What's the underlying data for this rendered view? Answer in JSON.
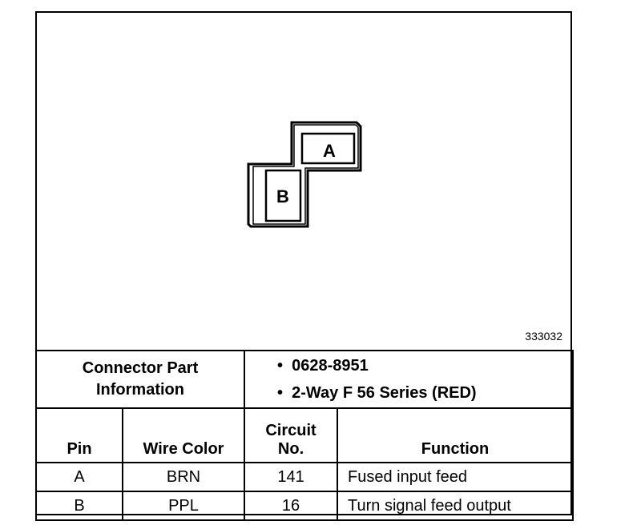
{
  "figure_id": "333032",
  "connector": {
    "cavities": [
      "A",
      "B"
    ]
  },
  "part_info": {
    "label": "Connector Part Information",
    "items": [
      "0628-8951",
      "2-Way F 56 Series (RED)"
    ]
  },
  "columns": {
    "pin": "Pin",
    "wire_color": "Wire Color",
    "circuit_line1": "Circuit",
    "circuit_line2": "No.",
    "function": "Function"
  },
  "rows": [
    {
      "pin": "A",
      "wire_color": "BRN",
      "circuit": "141",
      "function": "Fused input feed"
    },
    {
      "pin": "B",
      "wire_color": "PPL",
      "circuit": "16",
      "function": "Turn signal feed output"
    }
  ]
}
